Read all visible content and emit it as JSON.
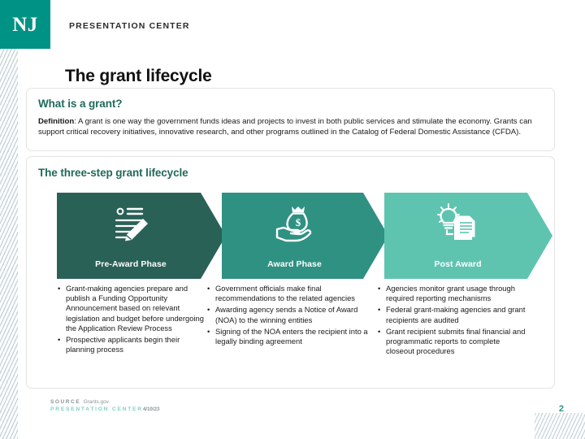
{
  "header": {
    "logo_text": "NJ",
    "brand": "PRESENTATION CENTER",
    "title": "The grant lifecycle",
    "logo_color": "#009284"
  },
  "grant_card": {
    "heading": "What is a grant?",
    "definition_label": "Definition",
    "definition_body": ": A grant is one way the government funds ideas and projects to invest in both public services and stimulate the economy. Grants can support critical recovery initiatives, innovative research, and other programs outlined in the Catalog of Federal Domestic Assistance (CFDA)."
  },
  "lifecycle_card": {
    "heading": "The three-step grant lifecycle",
    "phases": [
      {
        "label": "Pre-Award Phase",
        "icon": "document-pencil-icon",
        "color": "#2a6157",
        "bullets": [
          "Grant-making agencies prepare and publish a Funding Opportunity Announcement based on relevant legislation and budget before undergoing the Application Review Process",
          "Prospective applicants begin their planning process"
        ]
      },
      {
        "label": "Award Phase",
        "icon": "hand-money-bag-icon",
        "color": "#2f9182",
        "bullets": [
          "Government officials make final recommendations to the related agencies",
          "Awarding agency sends a Notice of Award (NOA) to the winning entities",
          "Signing of the NOA enters the recipient into a legally binding agreement"
        ]
      },
      {
        "label": "Post Award",
        "icon": "lightbulb-documents-icon",
        "color": "#5ec4b0",
        "bullets": [
          "Agencies monitor grant usage through required reporting mechanisms",
          "Federal grant-making agencies and grant recipients are audited",
          "Grant recipient submits final financial and programmatic reports to complete closeout procedures"
        ]
      }
    ],
    "bullet_marker": "•"
  },
  "footer": {
    "source_label": "SOURCE",
    "source_value": "Grants.gov.",
    "center_label": "PRESENTATION CENTER",
    "date": "4/10/23",
    "page_number": "2",
    "accent_color": "#2f9182"
  }
}
